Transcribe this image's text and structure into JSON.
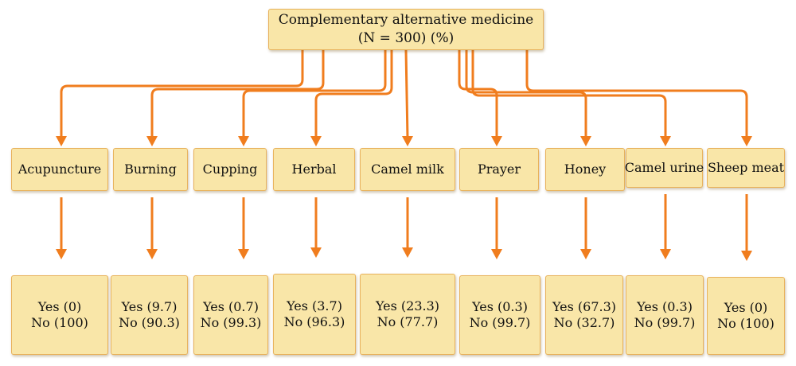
{
  "root": {
    "title": "Complementary alternative medicine",
    "subtitle": "(N = 300) (%)"
  },
  "colors": {
    "arrow": "#f07d1e",
    "box_fill": "#f9e6a8",
    "box_border": "#e8b25c"
  },
  "categories": [
    {
      "name": "Acupuncture",
      "yes": "Yes (0)",
      "no": "No (100)"
    },
    {
      "name": "Burning",
      "yes": "Yes (9.7)",
      "no": "No (90.3)"
    },
    {
      "name": "Cupping",
      "yes": "Yes (0.7)",
      "no": "No (99.3)"
    },
    {
      "name": "Herbal",
      "yes": "Yes (3.7)",
      "no": "No (96.3)"
    },
    {
      "name": "Camel milk",
      "yes": "Yes (23.3)",
      "no": "No (77.7)"
    },
    {
      "name": "Prayer",
      "yes": "Yes (0.3)",
      "no": "No (99.7)"
    },
    {
      "name": "Honey",
      "yes": "Yes (67.3)",
      "no": "No (32.7)"
    },
    {
      "name": "Camel urine",
      "yes": "Yes (0.3)",
      "no": "No (99.7)"
    },
    {
      "name": "Sheep meat",
      "yes": "Yes (0)",
      "no": "No (100)"
    }
  ]
}
